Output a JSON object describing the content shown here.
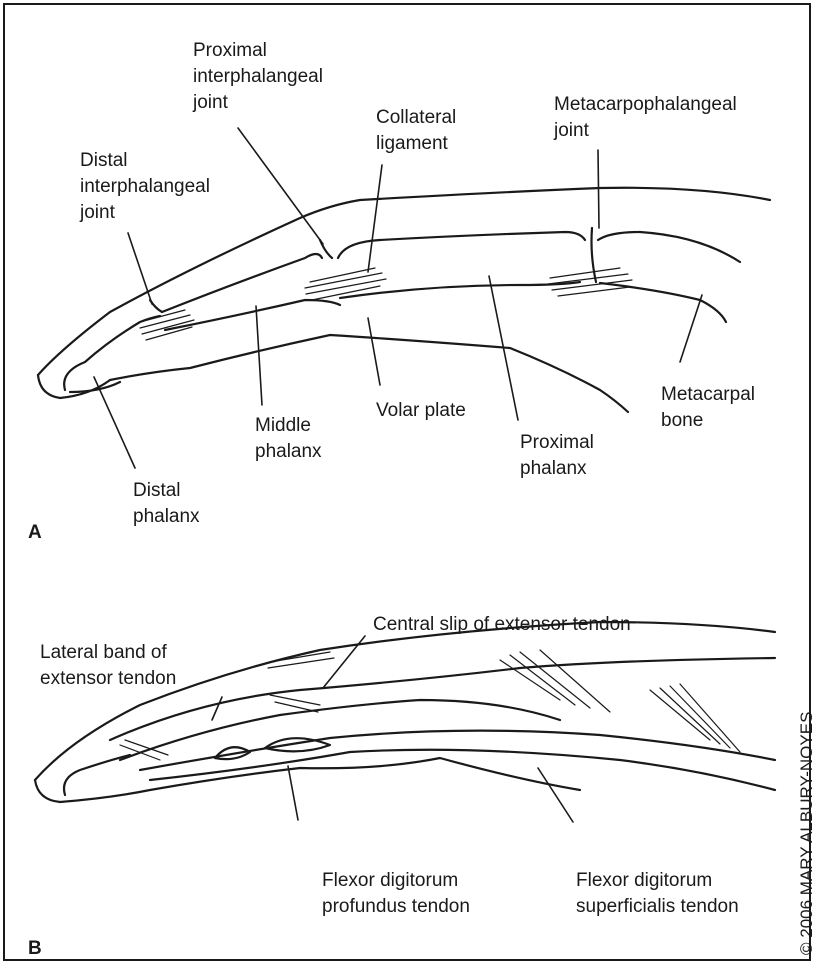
{
  "panel_a": {
    "letter": "A",
    "labels": {
      "pip_joint": "Proximal\ninterphalangeal\njoint",
      "collateral_ligament": "Collateral\nligament",
      "mcp_joint": "Metacarpophalangeal\njoint",
      "dip_joint": "Distal\ninterphalangeal\njoint",
      "middle_phalanx": "Middle\nphalanx",
      "volar_plate": "Volar plate",
      "proximal_phalanx": "Proximal\nphalanx",
      "metacarpal_bone": "Metacarpal\nbone",
      "distal_phalanx": "Distal\nphalanx"
    }
  },
  "panel_b": {
    "letter": "B",
    "labels": {
      "central_slip": "Central slip of extensor tendon",
      "lateral_band": "Lateral band of\nextensor tendon",
      "fdp_tendon": "Flexor digitorum\nprofundus tendon",
      "fds_tendon": "Flexor digitorum\nsuperficialis tendon"
    }
  },
  "copyright": "© 2006 MARY ALBURY-NOYES"
}
